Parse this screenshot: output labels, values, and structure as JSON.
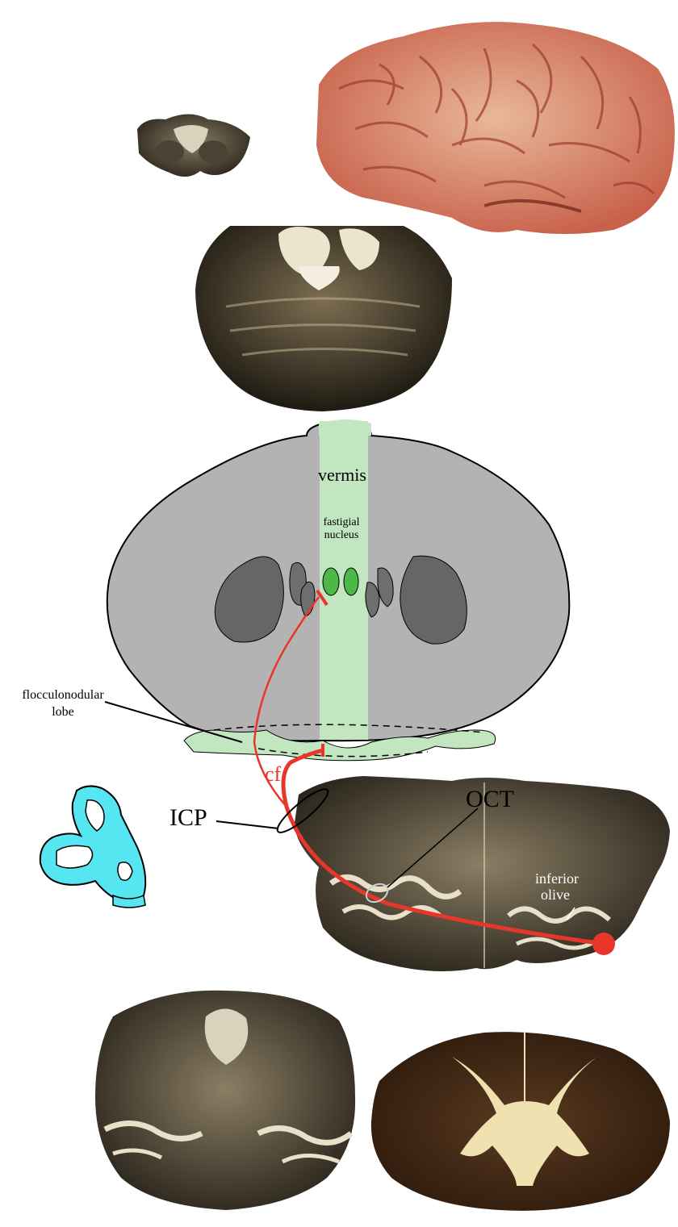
{
  "labels": {
    "vermis": "vermis",
    "fastigial_1": "fastigial",
    "fastigial_2": "nucleus",
    "flocculonodular_1": "flocculonodular",
    "flocculonodular_2": "lobe",
    "cf": "cf",
    "icp": "ICP",
    "oct": "OCT",
    "inferior_olive_1": "inferior",
    "inferior_olive_2": "olive"
  },
  "colors": {
    "cerebellum_gray": "#b3b3b3",
    "deep_nuclei_dark": "#666666",
    "vermis_green": "#c2e6bf",
    "fastigial_green": "#4cb848",
    "pathway_red": "#e8362a",
    "inner_ear_cyan": "#55e6f2"
  }
}
